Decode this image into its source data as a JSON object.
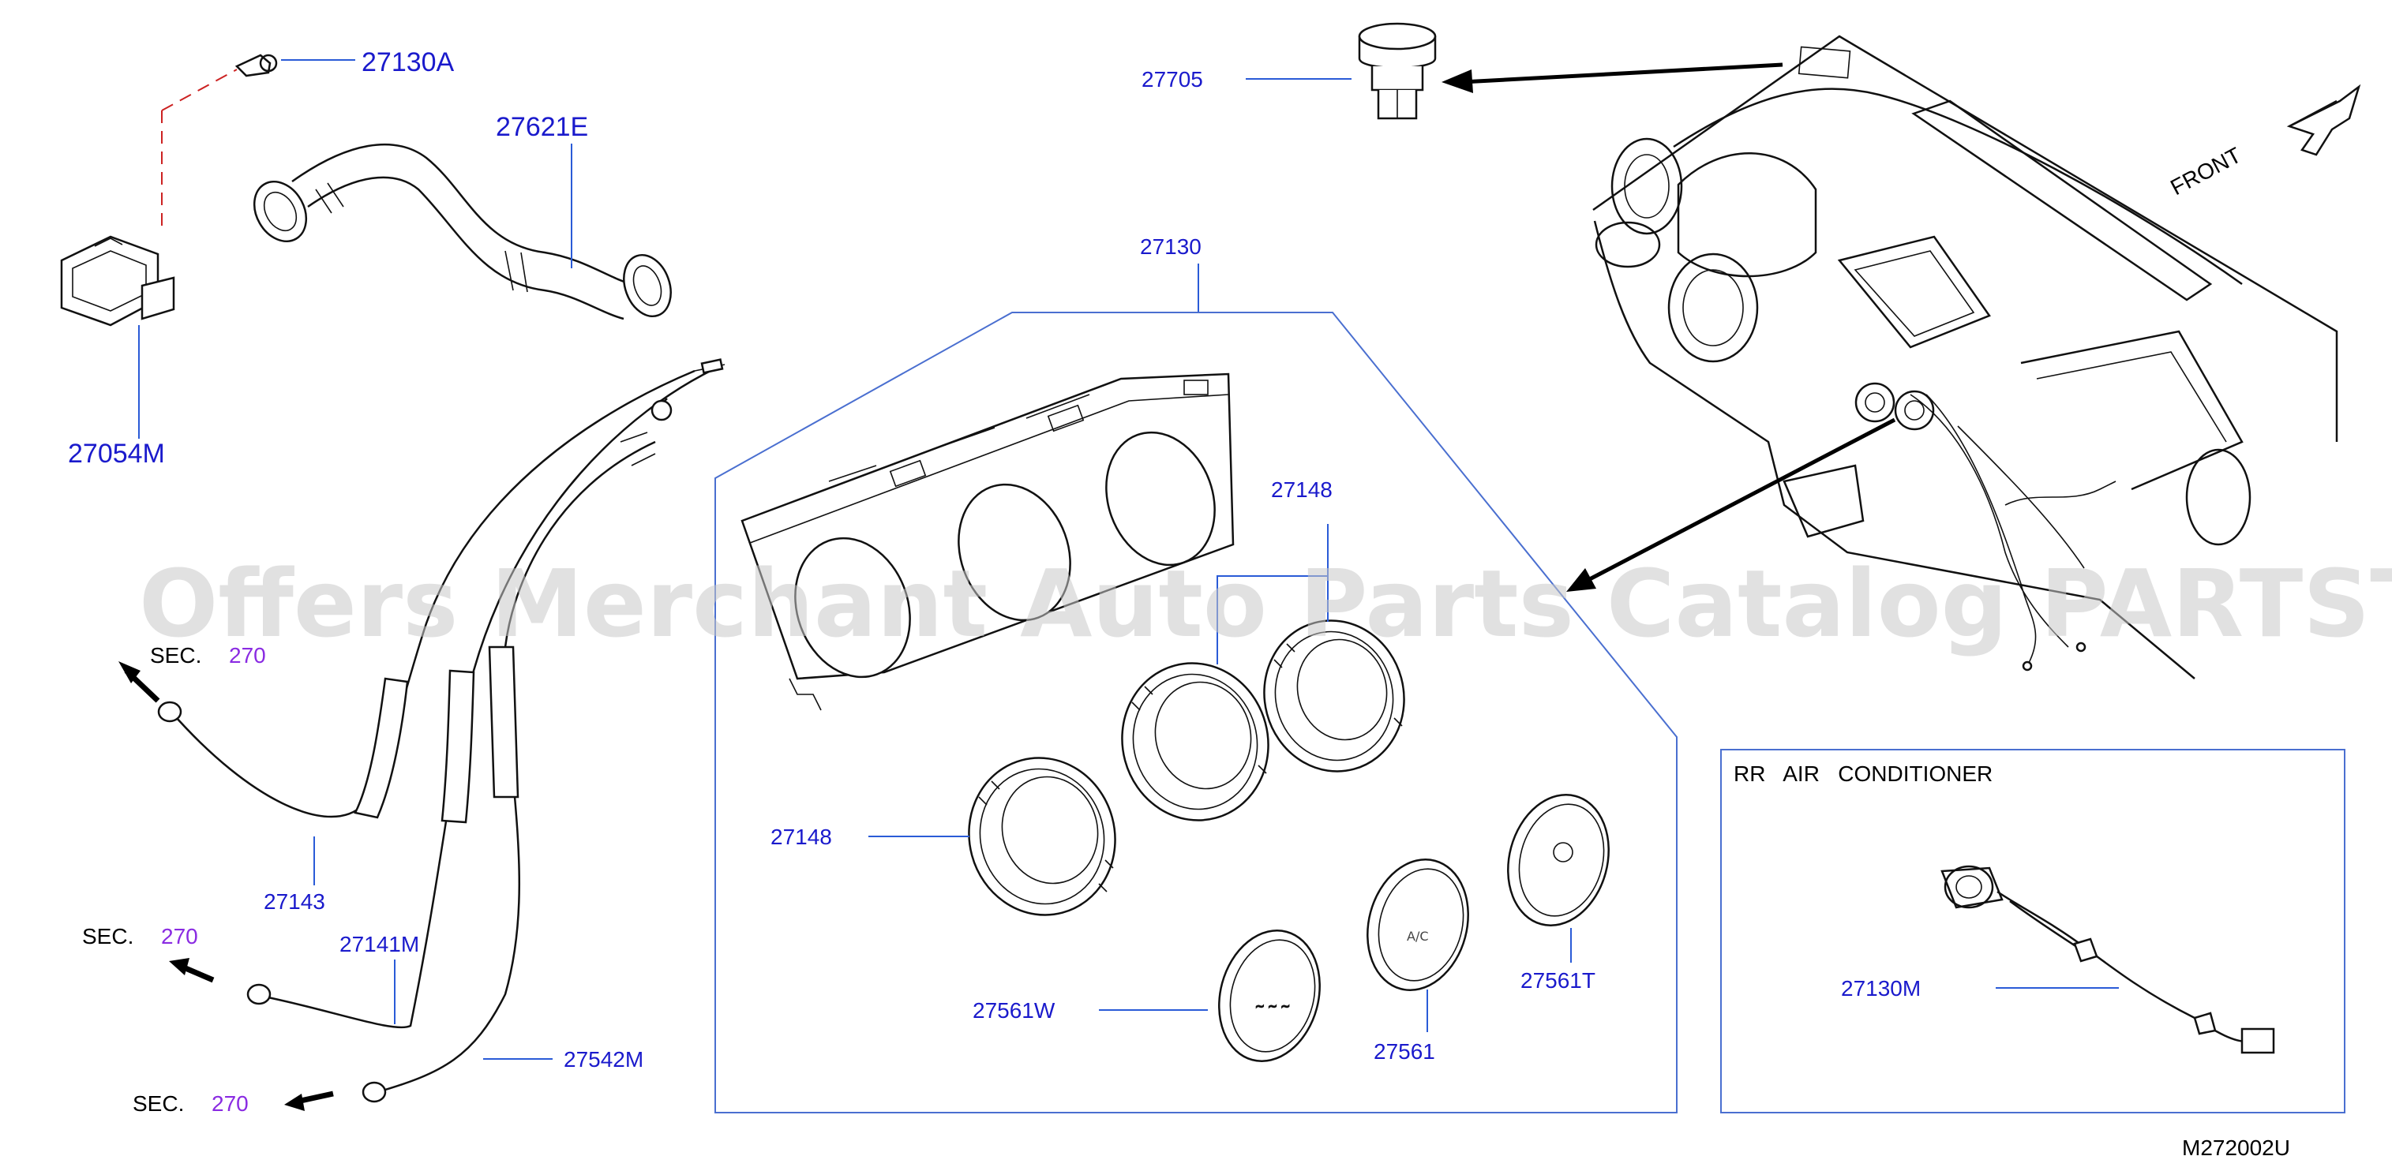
{
  "parts": {
    "p27130A": "27130A",
    "p27621E": "27621E",
    "p27054M": "27054M",
    "p27705": "27705",
    "p27130": "27130",
    "p27148_top": "27148",
    "p27148_left": "27148",
    "p27143": "27143",
    "p27141M": "27141M",
    "p27542M": "27542M",
    "p27561W": "27561W",
    "p27561": "27561",
    "p27561T": "27561T",
    "p27130M": "27130M"
  },
  "sections": [
    {
      "prefix": "SEC.",
      "number": "270"
    },
    {
      "prefix": "SEC.",
      "number": "270"
    },
    {
      "prefix": "SEC.",
      "number": "270"
    }
  ],
  "front_label": "FRONT",
  "rr_box_title": "RR   AIR   CONDITIONER",
  "watermark": "Offers Merchant Auto Parts Catalog PARTSTORE.SA",
  "diagram_code": "M272002U",
  "colors": {
    "label": "#1a1acc",
    "section_number": "#8a2be2",
    "leader": "#2a5bd7",
    "watermark": "#c8c8c8"
  }
}
